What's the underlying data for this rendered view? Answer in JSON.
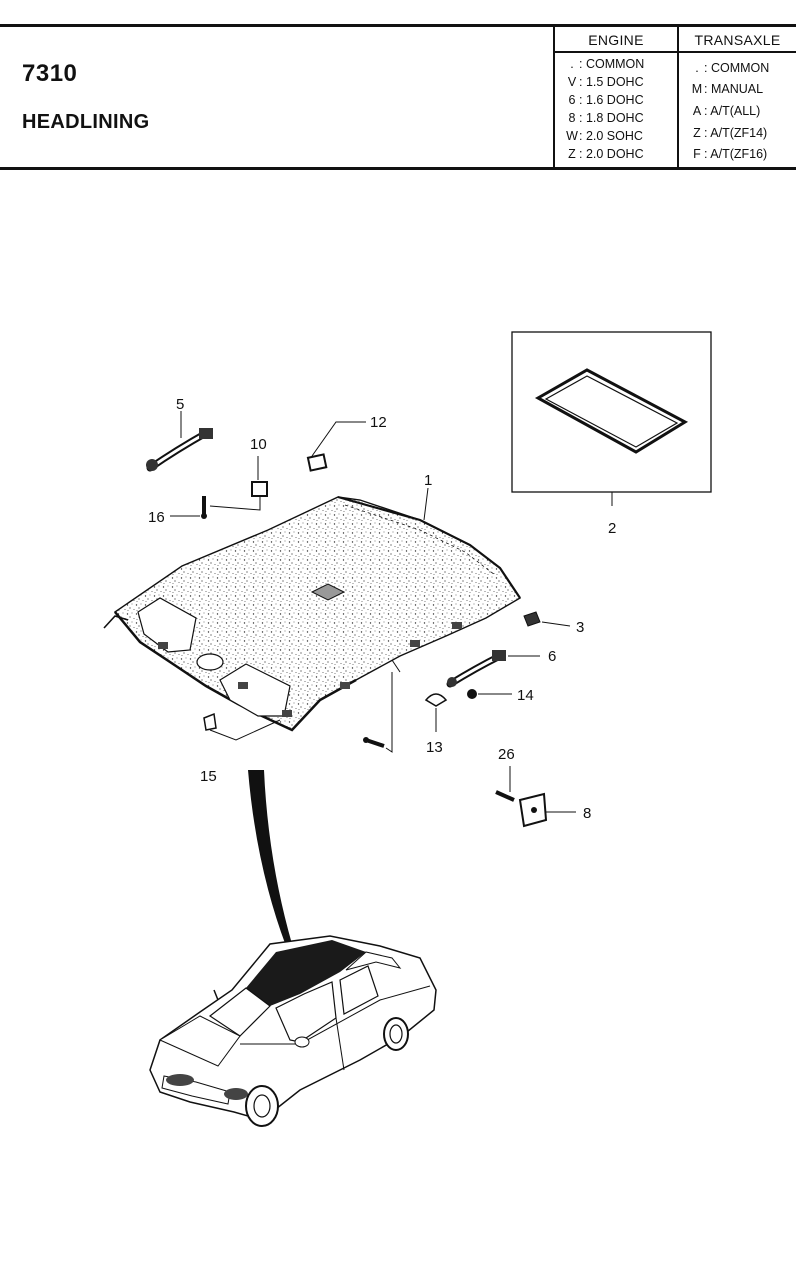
{
  "header": {
    "part_number": "7310",
    "title": "HEADLINING"
  },
  "code_table": {
    "engine_header": "ENGINE",
    "transaxle_header": "TRANSAXLE",
    "engine_codes": [
      {
        "code": ".",
        "desc": ": COMMON"
      },
      {
        "code": "V",
        "desc": ": 1.5 DOHC"
      },
      {
        "code": "6",
        "desc": ": 1.6 DOHC"
      },
      {
        "code": "8",
        "desc": ": 1.8 DOHC"
      },
      {
        "code": "W",
        "desc": ": 2.0 SOHC"
      },
      {
        "code": "Z",
        "desc": ": 2.0 DOHC"
      }
    ],
    "transaxle_codes": [
      {
        "code": ".",
        "desc": ": COMMON"
      },
      {
        "code": "M",
        "desc": ": MANUAL"
      },
      {
        "code": "A",
        "desc": ": A/T(ALL)"
      },
      {
        "code": "Z",
        "desc": ": A/T(ZF14)"
      },
      {
        "code": "F",
        "desc": ": A/T(ZF16)"
      }
    ]
  },
  "callouts": {
    "c1": "1",
    "c2": "2",
    "c3": "3",
    "c5": "5",
    "c6": "6",
    "c8": "8",
    "c10": "10",
    "c12": "12",
    "c13": "13",
    "c14": "14",
    "c15": "15",
    "c16": "16",
    "c26": "26"
  },
  "colors": {
    "ink": "#111111",
    "paper": "#ffffff",
    "headliner_fill": "#e6e6e6"
  }
}
